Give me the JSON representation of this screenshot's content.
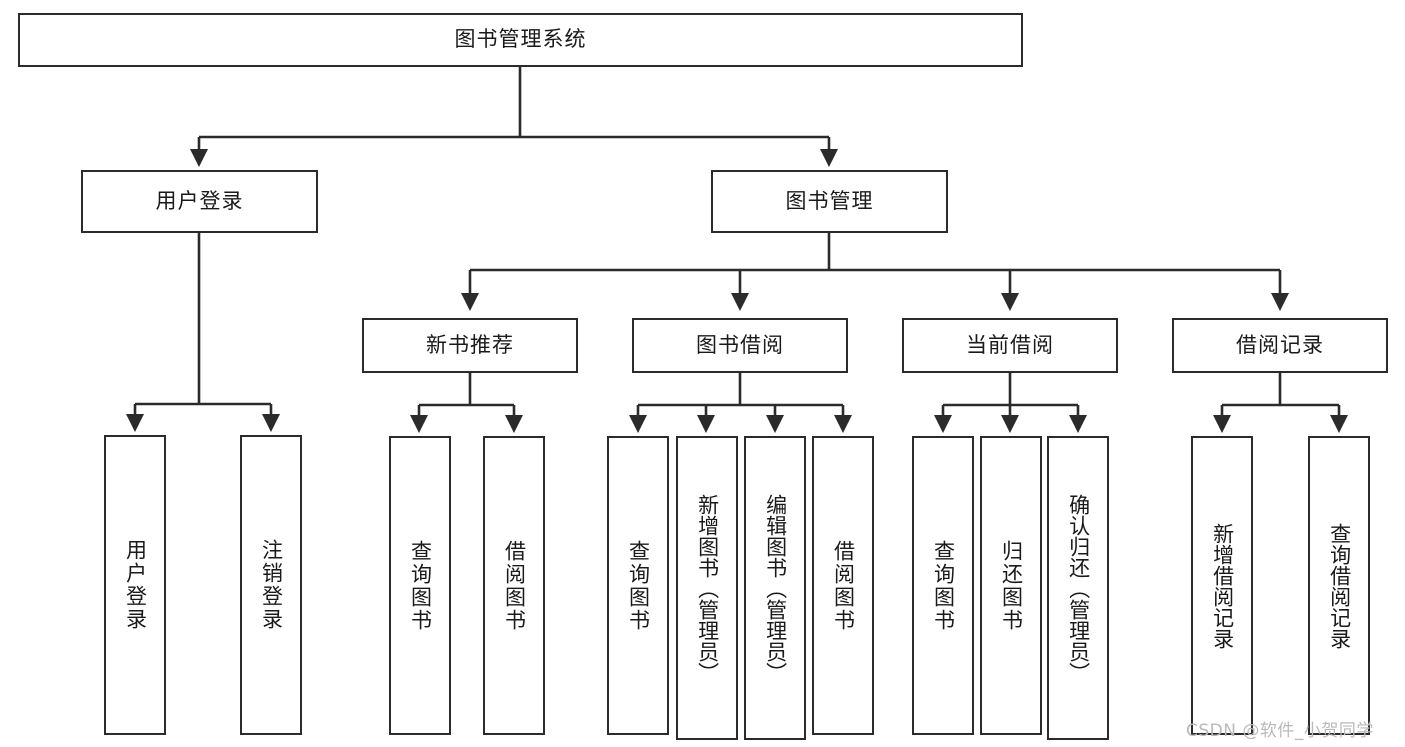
{
  "diagram": {
    "title": "图书管理系统",
    "type": "tree",
    "root": {
      "id": "root",
      "label": "图书管理系统",
      "orientation": "horizontal"
    },
    "level2": [
      {
        "id": "user-login",
        "label": "用户登录",
        "orientation": "horizontal"
      },
      {
        "id": "book-manage",
        "label": "图书管理",
        "orientation": "horizontal"
      }
    ],
    "level3": [
      {
        "id": "new-book-recommend",
        "label": "新书推荐",
        "orientation": "horizontal",
        "parent": "book-manage"
      },
      {
        "id": "book-borrow",
        "label": "图书借阅",
        "orientation": "horizontal",
        "parent": "book-manage"
      },
      {
        "id": "current-borrow",
        "label": "当前借阅",
        "orientation": "horizontal",
        "parent": "book-manage"
      },
      {
        "id": "borrow-record",
        "label": "借阅记录",
        "orientation": "horizontal",
        "parent": "book-manage"
      }
    ],
    "leaves": [
      {
        "id": "leaf-user-login",
        "label": "用户登录",
        "orientation": "vertical",
        "parent": "user-login"
      },
      {
        "id": "leaf-logout",
        "label": "注销登录",
        "orientation": "vertical",
        "parent": "user-login"
      },
      {
        "id": "leaf-query-book-1",
        "label": "查询图书",
        "orientation": "vertical",
        "parent": "new-book-recommend"
      },
      {
        "id": "leaf-borrow-book-1",
        "label": "借阅图书",
        "orientation": "vertical",
        "parent": "new-book-recommend"
      },
      {
        "id": "leaf-query-book-2",
        "label": "查询图书",
        "orientation": "vertical",
        "parent": "book-borrow"
      },
      {
        "id": "leaf-add-book",
        "label": "新增图书（管理员）",
        "orientation": "vertical",
        "parent": "book-borrow"
      },
      {
        "id": "leaf-edit-book",
        "label": "编辑图书（管理员）",
        "orientation": "vertical",
        "parent": "book-borrow"
      },
      {
        "id": "leaf-borrow-book-2",
        "label": "借阅图书",
        "orientation": "vertical",
        "parent": "book-borrow"
      },
      {
        "id": "leaf-query-book-3",
        "label": "查询图书",
        "orientation": "vertical",
        "parent": "current-borrow"
      },
      {
        "id": "leaf-return-book",
        "label": "归还图书",
        "orientation": "vertical",
        "parent": "current-borrow"
      },
      {
        "id": "leaf-confirm-return",
        "label": "确认归还（管理员）",
        "orientation": "vertical",
        "parent": "current-borrow"
      },
      {
        "id": "leaf-add-record",
        "label": "新增借阅记录",
        "orientation": "vertical",
        "parent": "borrow-record"
      },
      {
        "id": "leaf-query-record",
        "label": "查询借阅记录",
        "orientation": "vertical",
        "parent": "borrow-record"
      }
    ],
    "colors": {
      "stroke": "#2b2b2b",
      "box_fill": "#ffffff",
      "text": "#1a1a1a",
      "background": "#ffffff",
      "watermark": "#b9b9b9"
    }
  },
  "watermark": {
    "text": "CSDN @软件_小贺同学"
  }
}
